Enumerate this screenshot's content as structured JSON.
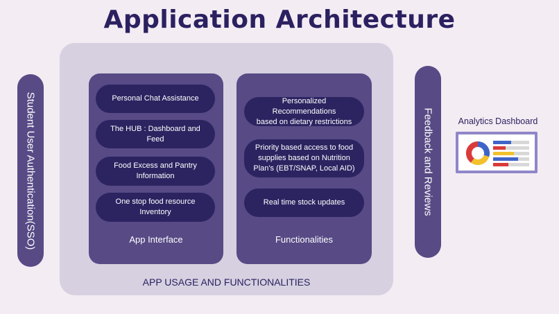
{
  "title": "Application Architecture",
  "outer": {
    "label": "APP USAGE AND FUNCTIONALITIES"
  },
  "left_sidebar": {
    "label": "Student User Authentication(SSO)"
  },
  "right_sidebar": {
    "label": "Feedback and Reviews"
  },
  "app_interface": {
    "label": "App Interface",
    "items": [
      "Personal Chat Assistance",
      "The HUB : Dashboard and Feed",
      "Food Excess and Pantry\nInformation",
      "One stop food resource\nInventory"
    ]
  },
  "functionalities": {
    "label": "Functionalities",
    "items": [
      "Personalized Recommendations\nbased on dietary restrictions",
      "Priority based access to food\nsupplies based on Nutrition\nPlan's (EBT/SNAP, Local AID)",
      "Real time stock updates"
    ]
  },
  "analytics": {
    "label": "Analytics Dashboard",
    "icon": "analytics-dashboard-icon",
    "colors": {
      "red": "#d93a3a",
      "yellow": "#f2c12e",
      "blue": "#3f64c8",
      "gray": "#d8d8d8",
      "frame": "#8f86c8"
    }
  },
  "colors": {
    "background": "#f3ecf3",
    "outer": "#d6d0e0",
    "panel": "#574a85",
    "pill": "#2c2461",
    "title": "#2b2160"
  }
}
